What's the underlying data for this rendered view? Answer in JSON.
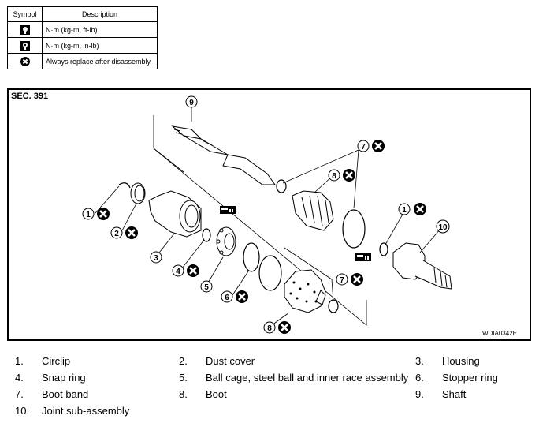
{
  "legend": {
    "header_symbol": "Symbol",
    "header_description": "Description",
    "rows": [
      {
        "icon": "torque-wrench-icon",
        "description": "N·m (kg-m, ft-lb)"
      },
      {
        "icon": "torque-wrench-small-icon",
        "description": "N·m (kg-m, in-lb)"
      },
      {
        "icon": "replace-x-icon",
        "description": "Always replace after disassembly."
      }
    ]
  },
  "diagram": {
    "section": "SEC. 391",
    "figure_id": "WDIA0342E",
    "callouts": [
      "9",
      "7",
      "8",
      "1",
      "1",
      "10",
      "2",
      "3",
      "4",
      "5",
      "6",
      "7",
      "8"
    ]
  },
  "parts": [
    {
      "num": "1.",
      "name": "Circlip"
    },
    {
      "num": "2.",
      "name": "Dust cover"
    },
    {
      "num": "3.",
      "name": "Housing"
    },
    {
      "num": "4.",
      "name": "Snap ring"
    },
    {
      "num": "5.",
      "name": "Ball cage, steel ball and inner race assembly"
    },
    {
      "num": "6.",
      "name": "Stopper ring"
    },
    {
      "num": "7.",
      "name": "Boot band"
    },
    {
      "num": "8.",
      "name": "Boot"
    },
    {
      "num": "9.",
      "name": "Shaft"
    },
    {
      "num": "10.",
      "name": "Joint sub-assembly"
    }
  ]
}
